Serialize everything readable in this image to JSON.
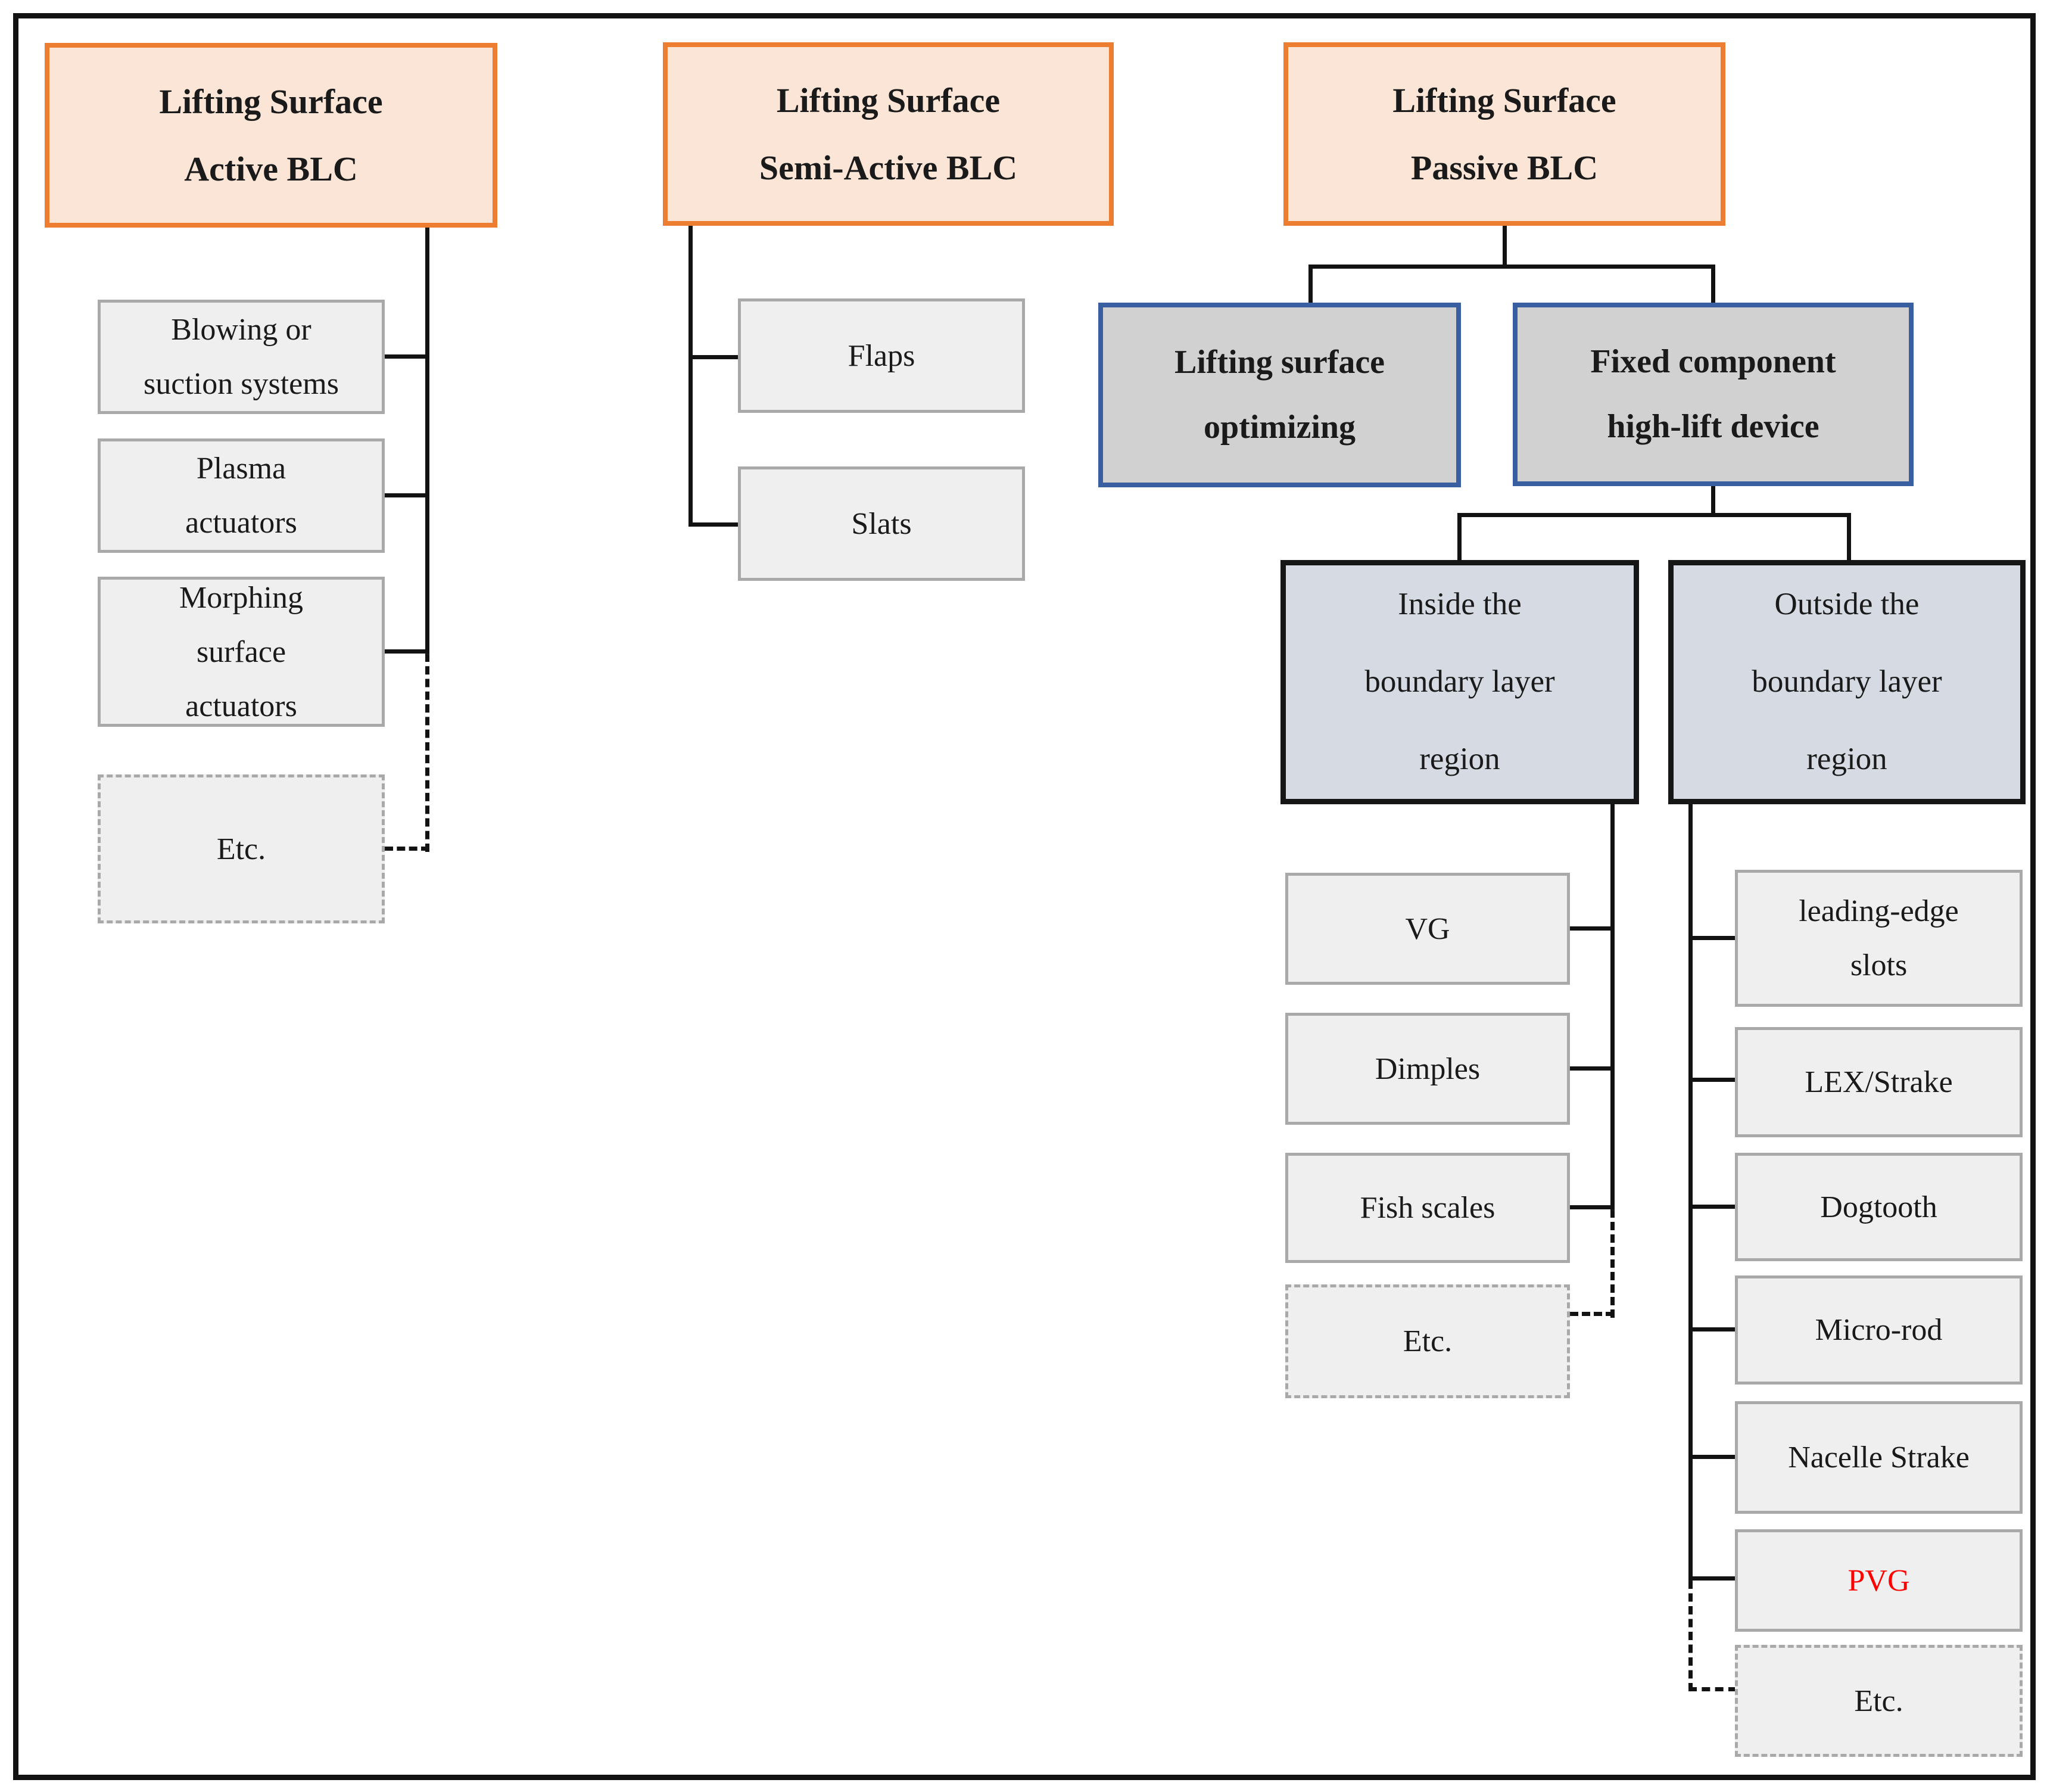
{
  "colors": {
    "root_fill": "#FBE5D6",
    "root_border": "#ED7D31",
    "level2_fill": "#D2D1D1",
    "level2_border": "#3A5FA0",
    "level3_fill": "#D5DAE3",
    "level3_border": "#161616",
    "child_fill": "#EFEFEF",
    "child_border": "#A9A9A9",
    "line": "#121212",
    "pvg_text": "#FF0000",
    "text": "#1A1A1A"
  },
  "nodes": {
    "active_root": "Lifting Surface\nActive BLC",
    "blowing": "Blowing or\nsuction systems",
    "plasma": "Plasma\nactuators",
    "morphing": "Morphing\nsurface\nactuators",
    "active_etc": "Etc.",
    "semi_root": "Lifting Surface\nSemi-Active BLC",
    "flaps": "Flaps",
    "slats": "Slats",
    "passive_root": "Lifting Surface\nPassive BLC",
    "optimizing": "Lifting surface\noptimizing",
    "fixed_component": "Fixed component\nhigh-lift device",
    "inside_region": "Inside the\nboundary layer\nregion",
    "outside_region": "Outside the\nboundary layer\nregion",
    "vg": "VG",
    "dimples": "Dimples",
    "fish_scales": "Fish scales",
    "inside_etc": "Etc.",
    "leading_edge_slots": "leading-edge\nslots",
    "lex_strake": "LEX/Strake",
    "dogtooth": "Dogtooth",
    "micro_rod": "Micro-rod",
    "nacelle_strake": "Nacelle Strake",
    "pvg": "PVG",
    "outside_etc": "Etc."
  }
}
